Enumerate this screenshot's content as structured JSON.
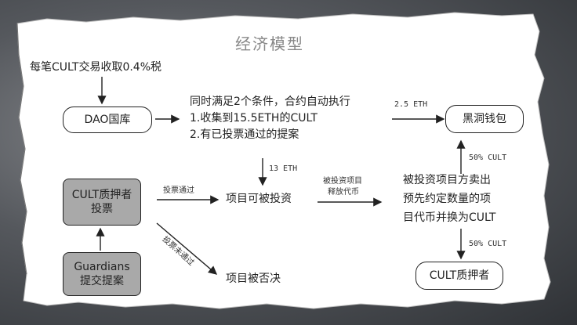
{
  "title": "经济模型",
  "tax_note": "每笔CULT交易收取0.4%税",
  "nodes": {
    "dao_treasury": "DAO国库",
    "black_hole": "黑洞钱包",
    "stakers_vote": [
      "CULT质押者",
      "投票"
    ],
    "guardians": [
      "Guardians",
      "提交提案"
    ],
    "project_investable": "项目可被投资",
    "project_rejected": "项目被否决",
    "invested_project": [
      "被投资项目方卖出",
      "预先约定数量的项",
      "目代币并换为CULT"
    ],
    "cult_stakers": "CULT质押者"
  },
  "conditions": [
    "同时满足2个条件，合约自动执行",
    "1.收集到15.5ETH的CULT",
    "2.有已投票通过的提案"
  ],
  "edge_labels": {
    "to_black_hole": "2.5 ETH",
    "to_project": "13 ETH",
    "vote_pass": "投票通过",
    "vote_fail": "投票未通过",
    "release_tokens": [
      "被投资项目",
      "释放代币"
    ],
    "half_up": "50% CULT",
    "half_down": "50% CULT"
  }
}
